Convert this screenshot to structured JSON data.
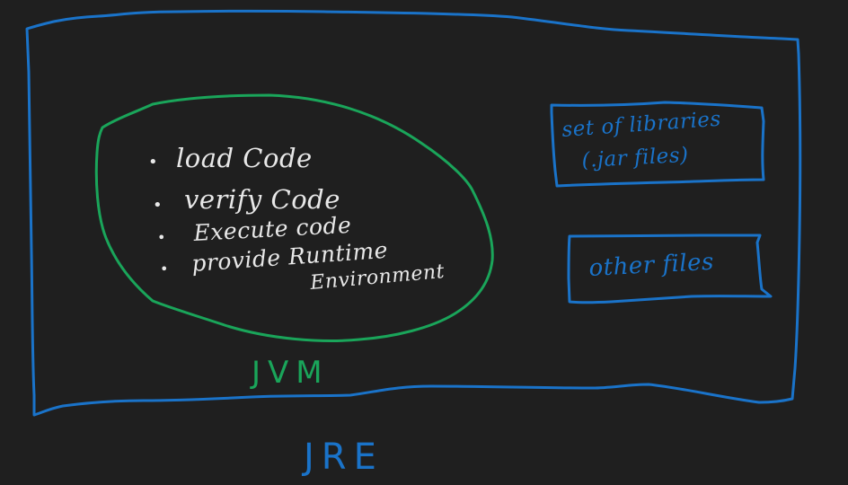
{
  "diagram": {
    "background": "#1f1f1f",
    "colors": {
      "jre_outline": "#1a73c9",
      "jvm_outline": "#1aa55a",
      "text_white": "#e8e8e8",
      "text_blue": "#1a73c9",
      "text_green": "#1aa55a"
    },
    "jre": {
      "label": "JRE"
    },
    "jvm": {
      "label": "JVM",
      "items": [
        {
          "bullet": "•",
          "text": "load Code"
        },
        {
          "bullet": "•",
          "text": "verify Code"
        },
        {
          "bullet": "•",
          "text": "Execute code"
        },
        {
          "bullet": "•",
          "text": "provide Runtime"
        }
      ],
      "item_continuation": "Environment"
    },
    "libraries_box": {
      "line1": "set of libraries",
      "line2": "(.jar files)"
    },
    "other_files_box": {
      "label": "other files"
    }
  }
}
